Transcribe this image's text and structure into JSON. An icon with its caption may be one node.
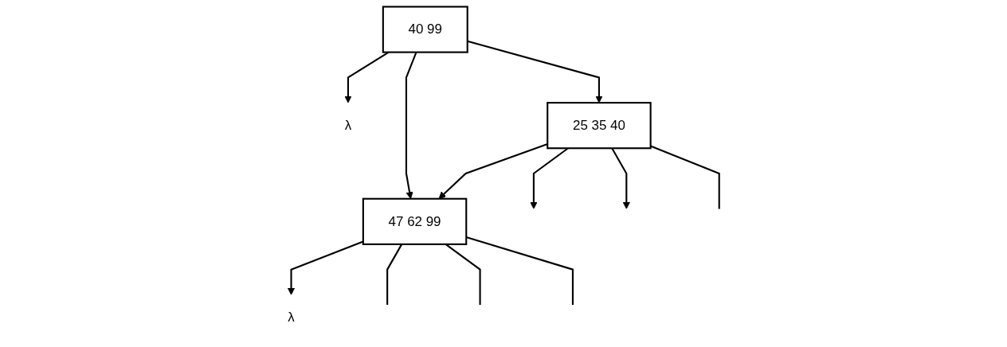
{
  "diagram": {
    "nodes": [
      {
        "text": [
          "40 99"
        ]
      },
      {
        "text": [
          "λ"
        ]
      },
      {
        "text": [
          "25 35 40"
        ]
      },
      {
        "text": [
          "47 62 99"
        ]
      },
      {
        "text": [
          "λ"
        ]
      }
    ],
    "edges": [
      {
        "from": 0,
        "to": 2,
        "arrow": "to"
      },
      {
        "from": 0,
        "to": 3,
        "arrow": "to"
      },
      {
        "from": 0,
        "to": 1,
        "arrow": "to"
      },
      {
        "from": 2,
        "to": 3,
        "arrow": "to"
      },
      {
        "from": 3,
        "to": 4,
        "arrow": "to"
      },
      {
        "from": 2,
        "to": null,
        "arrow": "to"
      },
      {
        "from": 2,
        "to": null,
        "arrow": "to"
      },
      {
        "from": 2,
        "to": null,
        "arrow": "none"
      },
      {
        "from": 3,
        "to": null,
        "arrow": "none"
      },
      {
        "from": 3,
        "to": null,
        "arrow": "none"
      },
      {
        "from": 3,
        "to": null,
        "arrow": "none"
      }
    ]
  }
}
